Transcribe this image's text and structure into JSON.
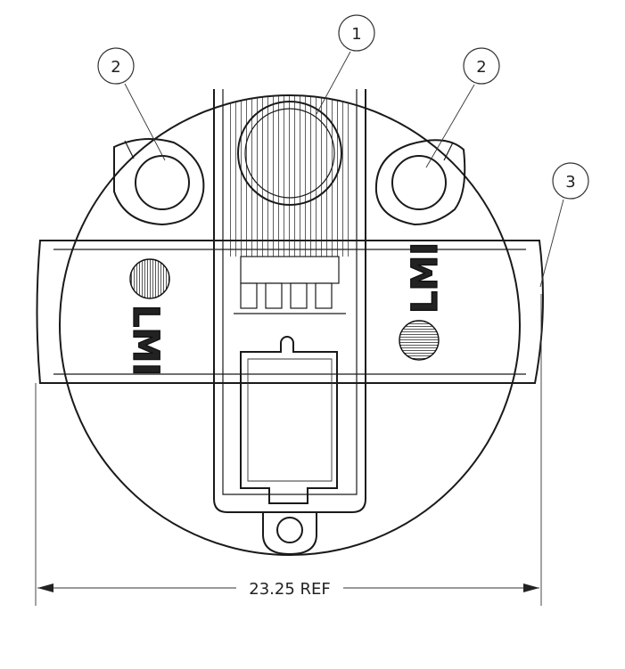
{
  "callouts": [
    {
      "id": "1",
      "label": "1"
    },
    {
      "id": "2a",
      "label": "2"
    },
    {
      "id": "2b",
      "label": "2"
    },
    {
      "id": "3",
      "label": "3"
    }
  ],
  "logo_text": "LMI",
  "dimension": {
    "label": "23.25 REF"
  }
}
